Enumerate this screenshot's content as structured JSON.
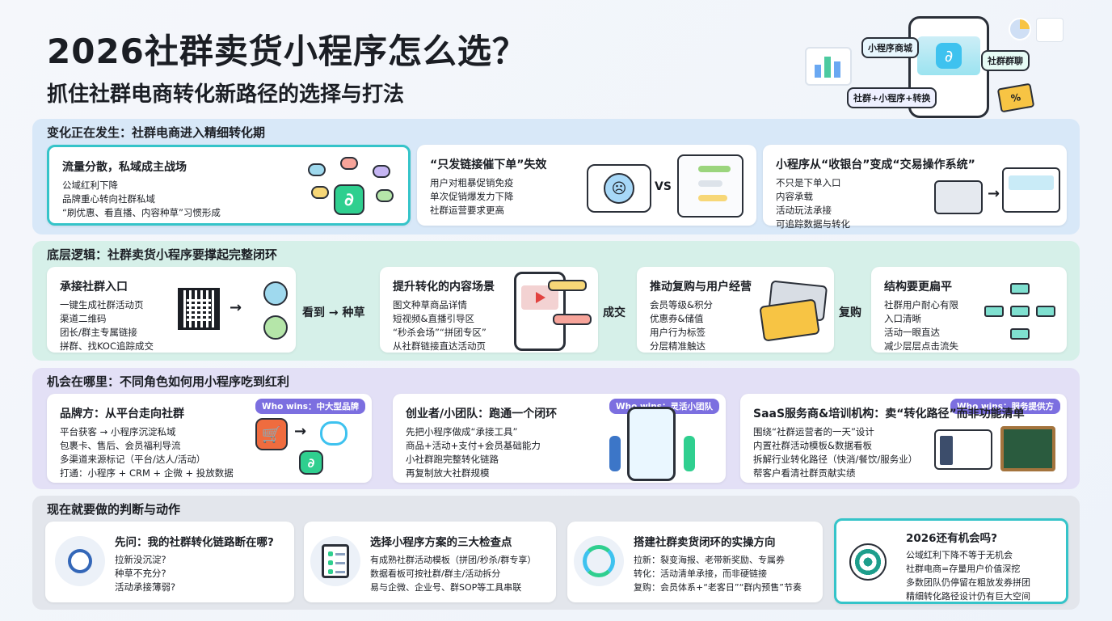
{
  "header": {
    "title": "2026社群卖货小程序怎么选？",
    "subtitle": "抓住社群电商转化新路径的选择与打法"
  },
  "hero": {
    "tag1": "小程序商城",
    "tag2": "社群群聊",
    "tag3": "社群+小程序+转换",
    "ticket": "%"
  },
  "section1": {
    "title": "变化正在发生：社群电商进入精细转化期",
    "card1": {
      "title": "流量分散，私域成主战场",
      "items": [
        "公域红利下降",
        "品牌重心转向社群私域",
        "“刷优惠、看直播、内容种草”习惯形成"
      ]
    },
    "card2": {
      "title": "“只发链接催下单”失效",
      "items": [
        "用户对粗暴促销免疫",
        "单次促销爆发力下降",
        "社群运营要求更高"
      ],
      "vs": "VS"
    },
    "card3": {
      "title": "小程序从“收银台”变成“交易操作系统”",
      "items": [
        "不只是下单入口",
        "内容承载",
        "活动玩法承接",
        "可追踪数据与转化"
      ]
    }
  },
  "section2": {
    "title": "底层逻辑：社群卖货小程序要撑起完整闭环",
    "card1": {
      "title": "承接社群入口",
      "items": [
        "一键生成社群活动页",
        "渠道二维码",
        "团长/群主专属链接",
        "拼群、找KOC追踪成交"
      ]
    },
    "label1": "看到 → 种草",
    "card2": {
      "title": "提升转化的内容场景",
      "items": [
        "图文种草商品详情",
        "短视频&直播引导区",
        "“秒杀会场”“拼团专区”",
        "从社群链接直达活动页"
      ]
    },
    "label2": "成交",
    "card3": {
      "title": "推动复购与用户经营",
      "items": [
        "会员等级&积分",
        "优惠券&储值",
        "用户行为标签",
        "分层精准触达"
      ]
    },
    "label3": "复购",
    "card4": {
      "title": "结构要更扁平",
      "items": [
        "社群用户耐心有限",
        "入口清晰",
        "活动一眼直达",
        "减少层层点击流失"
      ]
    }
  },
  "section3": {
    "title": "机会在哪里：不同角色如何用小程序吃到红利",
    "card1": {
      "title": "品牌方：从平台走向社群",
      "wins": "Who wins：中大型品牌",
      "items": [
        "平台获客 → 小程序沉淀私域",
        "包裹卡、售后、会员福利导流",
        "多渠道来源标记（平台/达人/活动）",
        "打通：小程序 + CRM + 企微 + 投放数据"
      ]
    },
    "card2": {
      "title": "创业者/小团队：跑通一个闭环",
      "wins": "Who wins：灵活小团队",
      "items": [
        "先把小程序做成“承接工具”",
        "商品+活动+支付+会员基础能力",
        "小社群跑完整转化链路",
        "再复制放大社群规模"
      ]
    },
    "card3": {
      "title": "SaaS服务商&培训机构：卖“转化路径”而非功能清单",
      "wins": "Who wins：服务提供方",
      "items": [
        "围绕“社群运营者的一天”设计",
        "内置社群活动模板&数据看板",
        "拆解行业转化路径（快消/餐饮/服务业）",
        "帮客户看清社群贡献实绩"
      ]
    }
  },
  "section4": {
    "title": "现在就要做的判断与动作",
    "card1": {
      "title": "先问：我的社群转化链路断在哪?",
      "items": [
        "拉新没沉淀?",
        "种草不充分?",
        "活动承接薄弱?"
      ]
    },
    "card2": {
      "title": "选择小程序方案的三大检查点",
      "items": [
        "有成熟社群活动模板（拼团/秒杀/群专享）",
        "数据看板可按社群/群主/活动拆分",
        "易与企微、企业号、群SOP等工具串联"
      ]
    },
    "card3": {
      "title": "搭建社群卖货闭环的实操方向",
      "items": [
        "拉新：裂变海报、老带新奖励、专属券",
        "转化：活动清单承接，而非硬链接",
        "复购：会员体系+“老客日”“群内预售”节奏"
      ]
    },
    "card4": {
      "title": "2026还有机会吗?",
      "items": [
        "公域红利下降不等于无机会",
        "社群电商=存量用户价值深挖",
        "多数团队仍停留在粗放发券拼团",
        "精细转化路径设计仍有巨大空间"
      ]
    }
  },
  "colors": {
    "accent_teal": "#35c4c9",
    "accent_green": "#2fcf8f",
    "accent_blue": "#3ec2ef",
    "wins_purple": "#7c6fe0"
  }
}
